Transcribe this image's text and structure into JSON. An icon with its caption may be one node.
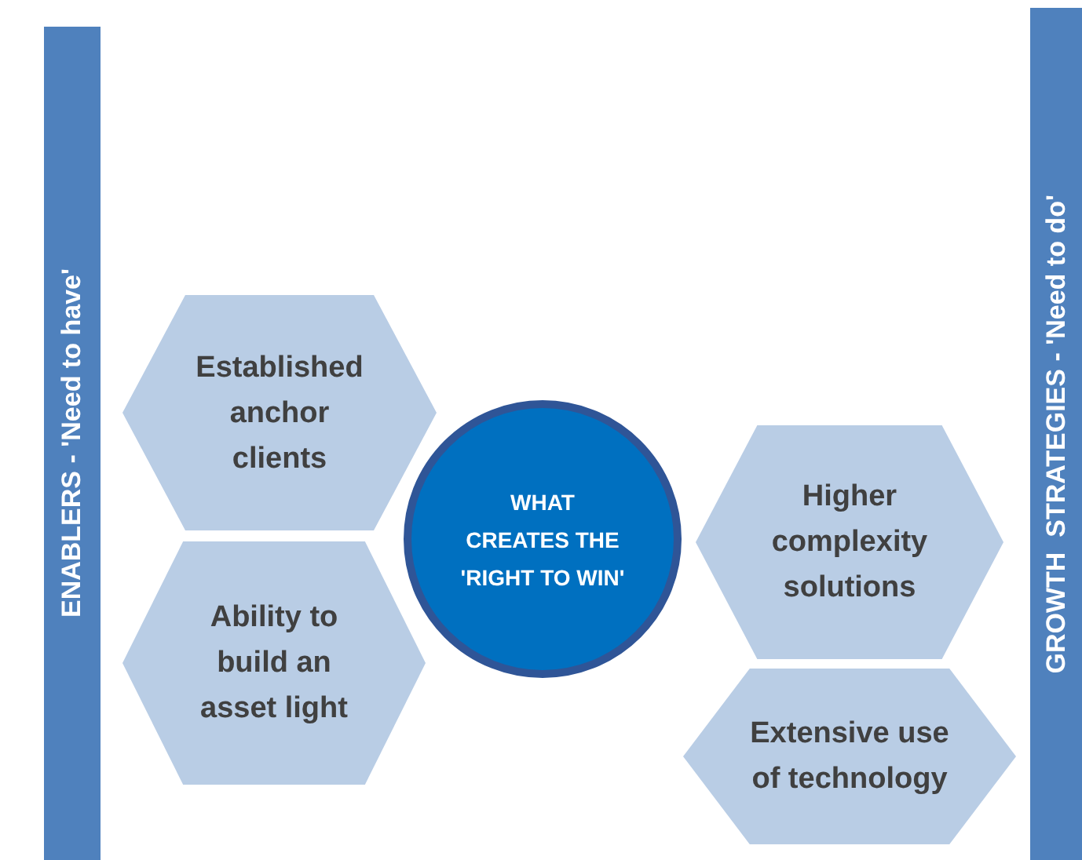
{
  "diagram": {
    "nodes": [
      {
        "text": [
          "ENABLERS - 'Need to have'"
        ]
      },
      {
        "text": [
          "GROWTH  STRATEGIES - 'Need to do'"
        ]
      },
      {
        "text": [
          "Established anchor clients"
        ]
      },
      {
        "text": [
          "Ability to build an asset light"
        ]
      },
      {
        "text": [
          "WHAT CREATES THE 'RIGHT TO WIN'"
        ]
      },
      {
        "text": [
          "Higher complexity solutions"
        ]
      },
      {
        "text": [
          "Extensive use of technology"
        ]
      }
    ]
  }
}
